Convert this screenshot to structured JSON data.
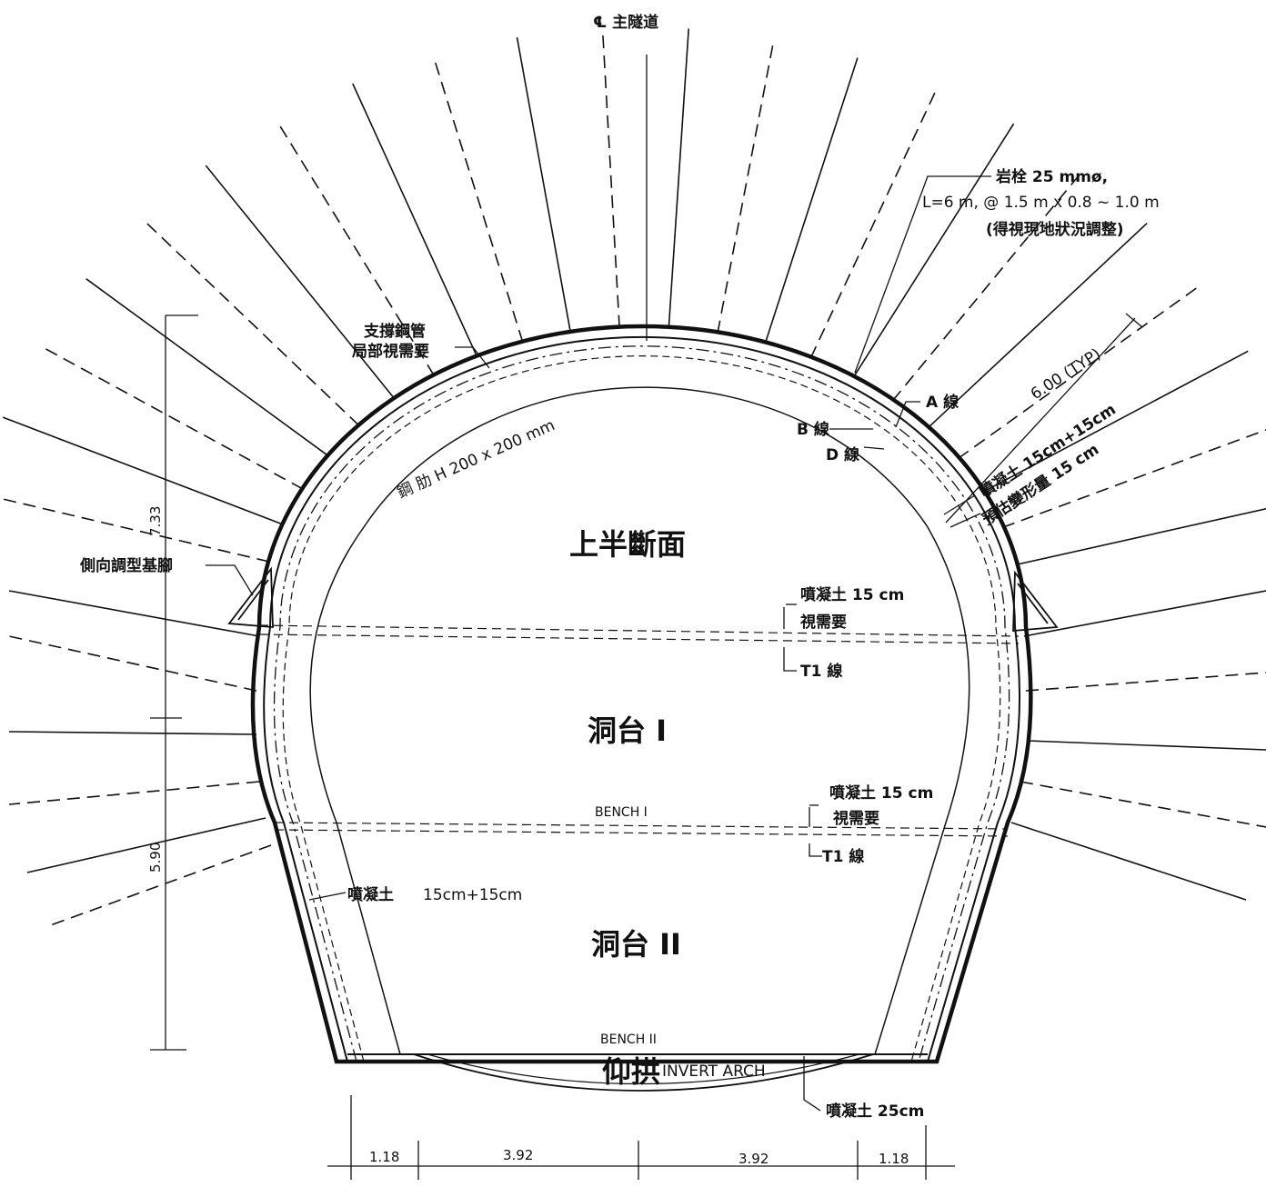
{
  "header": {
    "centerline": "℄ 主隧道"
  },
  "rock_bolt": {
    "line1": "岩栓 25 mmø,",
    "line2": "L=6 m, @ 1.5 m x 0.8 ~ 1.0 m",
    "line3": "(得視現地狀況調整)"
  },
  "labels": {
    "support_pipe_1": "支撐鋼管",
    "support_pipe_2": "局部視需要",
    "steel_rib": "鋼 肋 H 200 x 200 mm",
    "a_line": "A 線",
    "b_line": "B 線",
    "d_line": "D 線",
    "typ_length": "6.00 (TYP)",
    "shotcrete_combo": "噴凝土 15cm+15cm",
    "deformation": "預估變形量 15 cm",
    "side_footing": "側向調型基腳",
    "shotcrete_15_a": "噴凝土 15 cm",
    "as_needed_a": "視需要",
    "t1_line_a": "T1 線",
    "shotcrete_15_b": "噴凝土 15 cm",
    "as_needed_b": "視需要",
    "t1_line_b": "T1 線",
    "bench1_en": "BENCH I",
    "bench2_en": "BENCH II",
    "shotcrete_side": "噴凝土",
    "shotcrete_side_value": "15cm+15cm",
    "invert_cn": "仰拱",
    "invert_en": "INVERT ARCH",
    "shotcrete_25": "噴凝土 25cm"
  },
  "sections": {
    "top_heading": "上半斷面",
    "bench1": "洞台 I",
    "bench2": "洞台 II"
  },
  "dimensions": {
    "v_upper": "7.33",
    "v_lower": "5.90",
    "h1": "1.18",
    "h2": "3.92",
    "h3": "3.92",
    "h4": "1.18"
  }
}
